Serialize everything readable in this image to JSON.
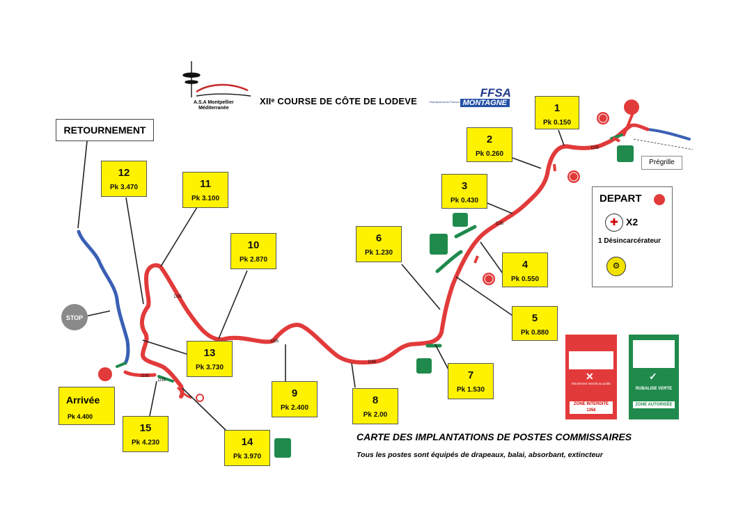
{
  "header": {
    "title": "XIIᵉ COURSE DE CÔTE DE LODEVE",
    "org_line1": "A.S.A Montpellier",
    "org_line2": "Méditerranée",
    "federation": "FFSA",
    "federation_sub": "MONTAGNE",
    "federation_small": "Championnat de France de la"
  },
  "labels": {
    "retournement": "RETOURNEMENT",
    "stop": "STOP",
    "pregrille": "Prégrille",
    "depart": "DEPART",
    "x2": "X2",
    "desincarcerateur": "1 Désincarcérateur",
    "arrivee": "Arrivée",
    "arrivee_pk": "Pk 4.400"
  },
  "road_tags": [
    "D35",
    "D35",
    "D35",
    "D35",
    "D35",
    "D35",
    "D35"
  ],
  "posts": [
    {
      "num": "1",
      "pk": "Pk 0.150"
    },
    {
      "num": "2",
      "pk": "Pk 0.260"
    },
    {
      "num": "3",
      "pk": "Pk 0.430"
    },
    {
      "num": "4",
      "pk": "Pk 0.550"
    },
    {
      "num": "5",
      "pk": "Pk 0.880"
    },
    {
      "num": "6",
      "pk": "Pk 1.230"
    },
    {
      "num": "7",
      "pk": "Pk 1.530"
    },
    {
      "num": "8",
      "pk": "Pk 2.00"
    },
    {
      "num": "9",
      "pk": "Pk 2.400"
    },
    {
      "num": "10",
      "pk": "Pk 2.870"
    },
    {
      "num": "11",
      "pk": "Pk 3.100"
    },
    {
      "num": "12",
      "pk": "Pk 3.470"
    },
    {
      "num": "13",
      "pk": "Pk 3.730"
    },
    {
      "num": "14",
      "pk": "Pk 3.970"
    },
    {
      "num": "15",
      "pk": "Pk 4.230"
    }
  ],
  "legend": {
    "red_caption": "Strictement interdit au public",
    "red_zone_label": "ZONE INTERDITE",
    "red_fine": "135€",
    "green_caption": "RUBALISE VERTE",
    "green_zone_label": "ZONE AUTORISÉE"
  },
  "footer": {
    "heading": "CARTE DES IMPLANTATIONS DE POSTES COMMISSAIRES",
    "note": "Tous les postes sont équipés de drapeaux, balai, absorbant, extincteur"
  },
  "colors": {
    "course": "#e23a3a",
    "return_road": "#3a5fb5",
    "post_fill": "#fff200",
    "public_zone": "#1f8a4c",
    "forbidden": "#e23a3a"
  }
}
